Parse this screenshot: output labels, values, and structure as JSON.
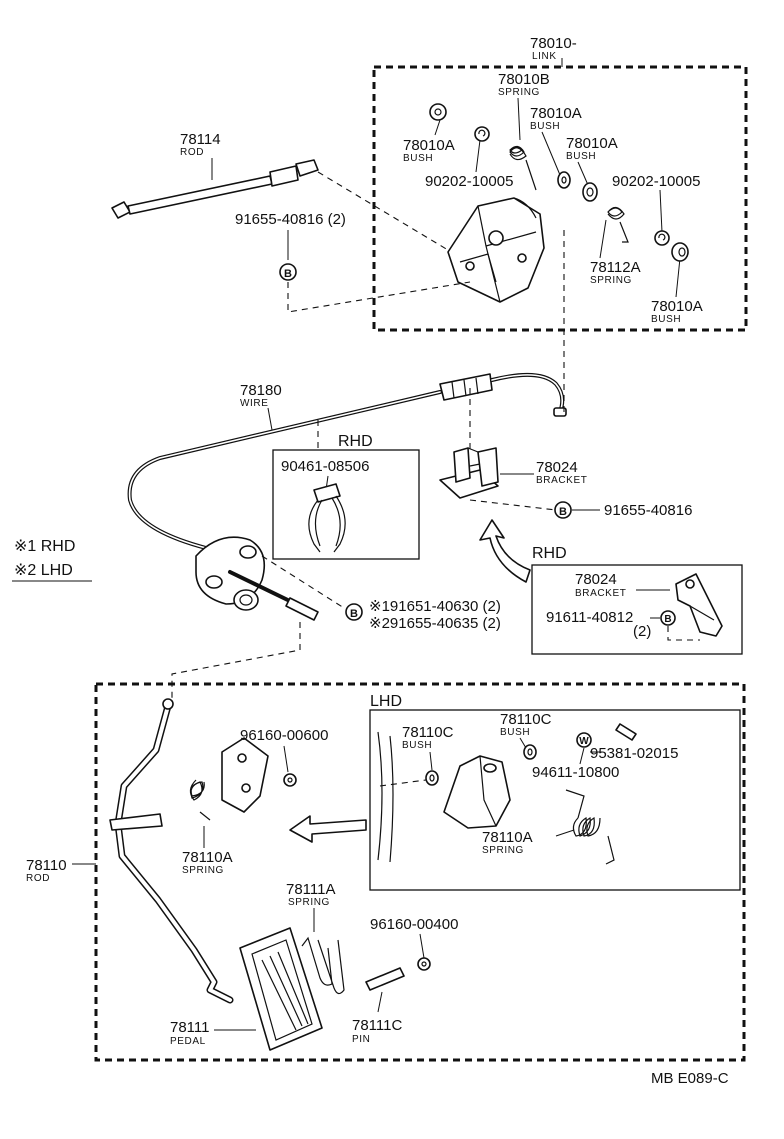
{
  "diagram": {
    "code": "MB E089-C",
    "legend": {
      "item1": "※1 RHD",
      "item2": "※2 LHD"
    },
    "labels": {
      "link": {
        "number": "78010-",
        "name": "LINK"
      },
      "spring_top": {
        "number": "78010B",
        "name": "SPRING"
      },
      "bush_a1": {
        "number": "78010A",
        "name": "BUSH"
      },
      "bush_a2": {
        "number": "78010A",
        "name": "BUSH"
      },
      "bush_a3": {
        "number": "78010A",
        "name": "BUSH"
      },
      "bush_a4": {
        "number": "78010A",
        "name": "BUSH"
      },
      "clip_a": {
        "number": "90202-10005"
      },
      "clip_b": {
        "number": "90202-10005"
      },
      "spring_link": {
        "number": "78112A",
        "name": "SPRING"
      },
      "rod_top": {
        "number": "78114",
        "name": "ROD"
      },
      "bolt_top": {
        "number": "91655-40816 (2)"
      },
      "wire": {
        "number": "78180",
        "name": "WIRE"
      },
      "rhd_box": {
        "title": "RHD",
        "number": "90461-08506"
      },
      "bracket_main": {
        "number": "78024",
        "name": "BRACKET"
      },
      "bolt_bracket": {
        "number": "91655-40816"
      },
      "rhd_bracket_box": {
        "title": "RHD",
        "number": "78024",
        "name": "BRACKET",
        "bolt": "91611-40812",
        "qty": "(2)"
      },
      "bolt_wire_1": {
        "number": "※191651-40630 (2)"
      },
      "bolt_wire_2": {
        "number": "※291655-40635 (2)"
      },
      "washer_top": {
        "number": "96160-00600"
      },
      "rod_bottom": {
        "number": "78110",
        "name": "ROD"
      },
      "spring_rod": {
        "number": "78110A",
        "name": "SPRING"
      },
      "lhd_box": {
        "title": "LHD",
        "bush_c1": {
          "number": "78110C",
          "name": "BUSH"
        },
        "bush_c2": {
          "number": "78110C",
          "name": "BUSH"
        },
        "pin_small": {
          "number": "95381-02015"
        },
        "washer_lhd": {
          "number": "94611-10800"
        },
        "spring_lhd": {
          "number": "78110A",
          "name": "SPRING"
        }
      },
      "spring_pedal": {
        "number": "78111A",
        "name": "SPRING"
      },
      "washer_pedal": {
        "number": "96160-00400"
      },
      "pedal": {
        "number": "78111",
        "name": "PEDAL"
      },
      "pin": {
        "number": "78111C",
        "name": "PIN"
      }
    },
    "symbols": {
      "bolt": "B",
      "washer": "W"
    }
  }
}
